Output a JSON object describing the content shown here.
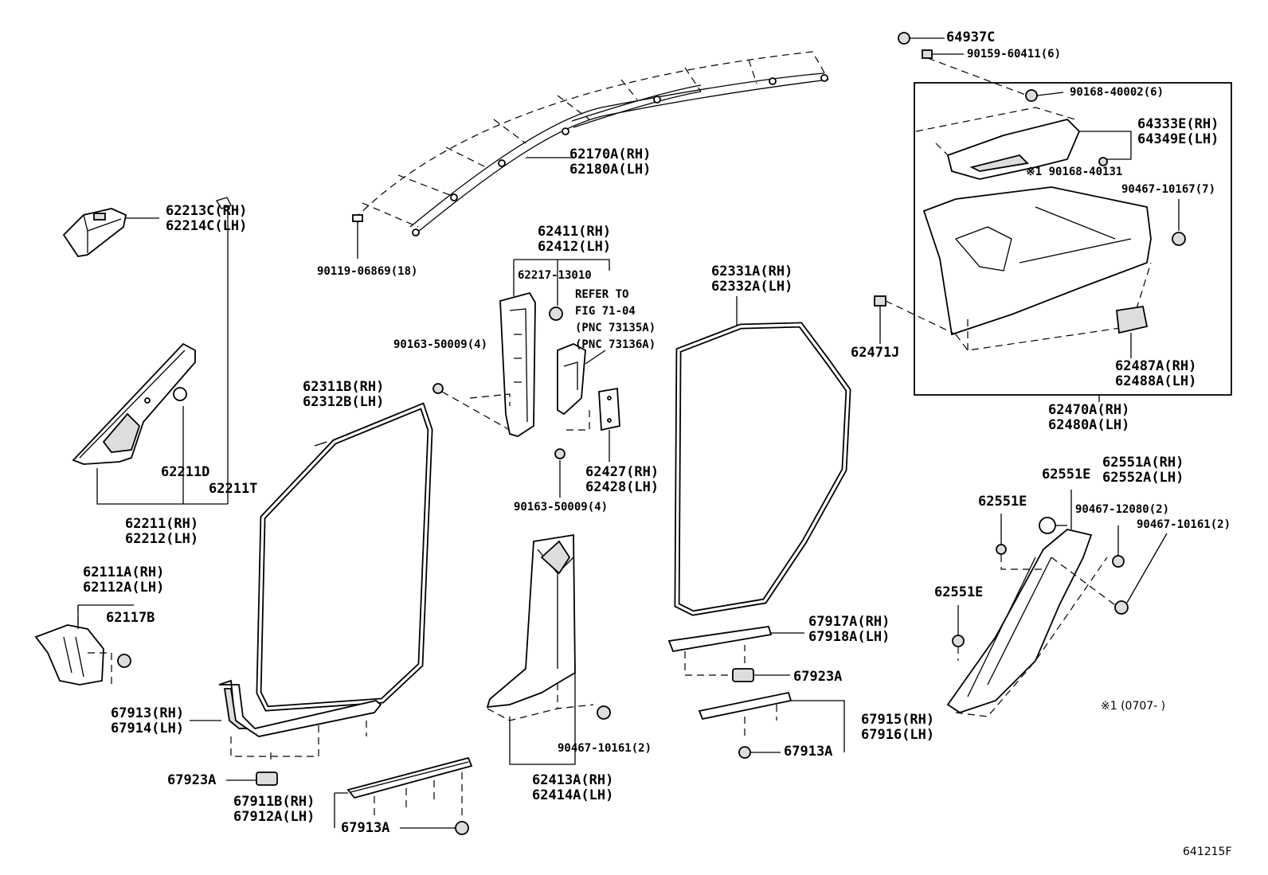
{
  "labels": {
    "l64937c": "64937C",
    "l90159": "90159-60411(6)",
    "l90168_40002": "90168-40002(6)",
    "l64333e": "64333E(RH)",
    "l64349e": "64349E(LH)",
    "l90168_40131": "※1 90168-40131",
    "l90467_10167": "90467-10167(7)",
    "l62471j": "62471J",
    "l62487a": "62487A(RH)",
    "l62488a": "62488A(LH)",
    "l62470a": "62470A(RH)",
    "l62480a": "62480A(LH)",
    "l62170a": "62170A(RH)",
    "l62180a": "62180A(LH)",
    "l62213c": "62213C(RH)",
    "l62214c": "62214C(LH)",
    "l90119": "90119-06869(18)",
    "l62411": "62411(RH)",
    "l62412": "62412(LH)",
    "l62217": "62217-13010",
    "l_refer1": "REFER TO",
    "l_refer2": "FIG 71-04",
    "l_refer3": "(PNC 73135A)",
    "l_refer4": "(PNC 73136A)",
    "l90163_top": "90163-50009(4)",
    "l62331a": "62331A(RH)",
    "l62332a": "62332A(LH)",
    "l62311b": "62311B(RH)",
    "l62312b": "62312B(LH)",
    "l62211d": "62211D",
    "l62211t": "62211T",
    "l62211": "62211(RH)",
    "l62212": "62212(LH)",
    "l62427": "62427(RH)",
    "l62428": "62428(LH)",
    "l90163_bot": "90163-50009(4)",
    "l62551e_a": "62551E",
    "l62551a": "62551A(RH)",
    "l62552a": "62552A(LH)",
    "l62551e_b": "62551E",
    "l90467_12080": "90467-12080(2)",
    "l90467_10161_r": "90467-10161(2)",
    "l62551e_c": "62551E",
    "l62111a": "62111A(RH)",
    "l62112a": "62112A(LH)",
    "l62117b": "62117B",
    "l67917a": "67917A(RH)",
    "l67918a": "67918A(LH)",
    "l67923a_r": "67923A",
    "l67913": "67913(RH)",
    "l67914": "67914(LH)",
    "l67915": "67915(RH)",
    "l67916": "67916(LH)",
    "l67913a_r": "67913A",
    "l90467_10161_m": "90467-10161(2)",
    "l67923a_l": "67923A",
    "l67911b": "67911B(RH)",
    "l67912a": "67912A(LH)",
    "l67913a_l": "67913A",
    "l62413a": "62413A(RH)",
    "l62414a": "62414A(LH)",
    "l_note": "※1 (0707-    )",
    "l_code": "641215F"
  }
}
